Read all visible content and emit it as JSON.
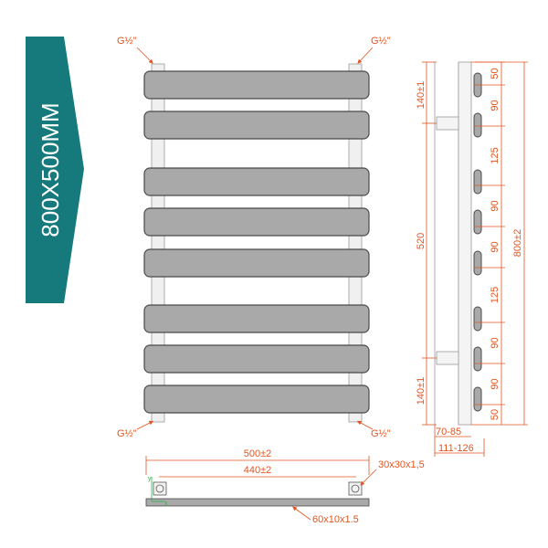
{
  "banner": {
    "text": "800X500MM",
    "color": "#167a7d"
  },
  "colors": {
    "dimension": "#e0551f",
    "panel": "#a9a9a9",
    "panel_stroke": "#4a4a4a",
    "rail": "#d9d9d9"
  },
  "front_view": {
    "connections": {
      "top_left": "G½\"",
      "top_right": "G½\"",
      "bottom_left": "G½\"",
      "bottom_right": "G½\""
    },
    "panel_count": 8
  },
  "side_view": {
    "segment_labels": [
      "50",
      "90",
      "125",
      "90",
      "90",
      "125",
      "90",
      "90",
      "50"
    ],
    "top_offset": "140±1",
    "bottom_offset": "140±1",
    "center_distance": "520",
    "total_height": "800±2",
    "wall_distance": "70-85",
    "depth": "111-126"
  },
  "top_view": {
    "total_width": "500±2",
    "center_width": "440±2",
    "rail_profile": "30x30x1,5",
    "panel_profile": "60x10x1.5",
    "axis_y": "y",
    "axis_x": "x"
  }
}
